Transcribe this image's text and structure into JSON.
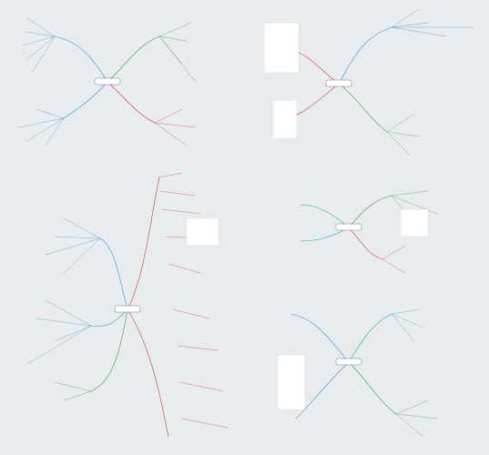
{
  "canvas": {
    "background": "#e8ecef"
  },
  "palette": {
    "blue": "#3d8fc8",
    "red": "#cc3a3a",
    "green": "#3e9a4a",
    "teal": "#2aa3b4",
    "node_text": "#4a5560",
    "root_border": "#6c7a86"
  },
  "maps": [
    {
      "id": "map-1",
      "title": ""
    },
    {
      "id": "map-2",
      "title": ""
    },
    {
      "id": "map-3",
      "title": ""
    },
    {
      "id": "map-4",
      "title": ""
    },
    {
      "id": "map-5",
      "title": ""
    }
  ]
}
